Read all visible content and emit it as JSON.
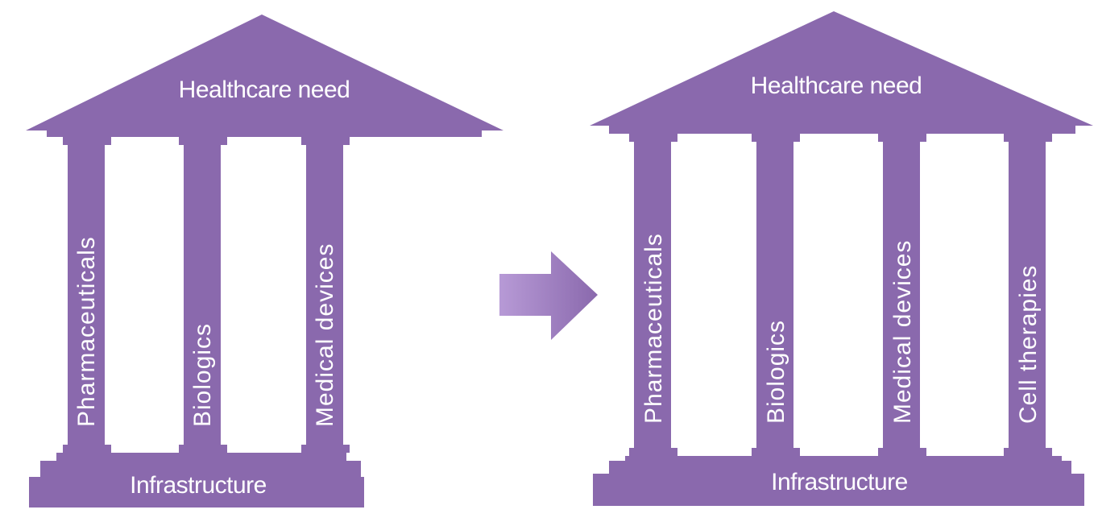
{
  "colors": {
    "temple": "#8a69ad",
    "arrow_light": "#b79ad6",
    "arrow_dark": "#8a69ad",
    "text": "#ffffff"
  },
  "left_temple": {
    "roof_label": "Healthcare need",
    "base_label": "Infrastructure",
    "pillars": [
      "Pharmaceuticals",
      "Biologics",
      "Medical devices"
    ]
  },
  "arrow": {
    "icon": "right-arrow-icon"
  },
  "right_temple": {
    "roof_label": "Healthcare need",
    "base_label": "Infrastructure",
    "pillars": [
      "Pharmaceuticals",
      "Biologics",
      "Medical devices",
      "Cell therapies"
    ]
  }
}
